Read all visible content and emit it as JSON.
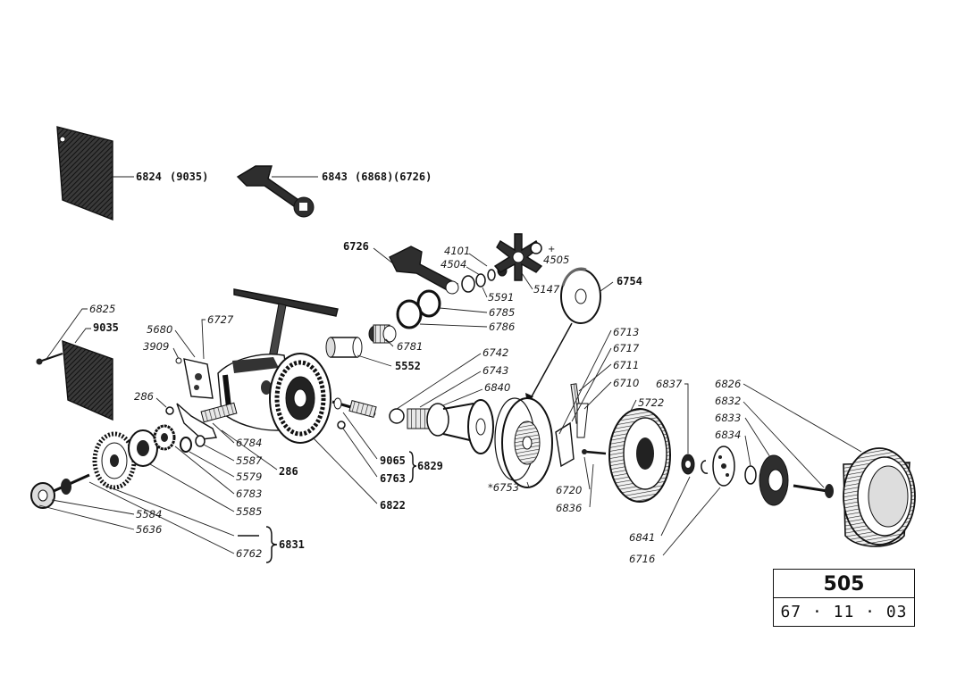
{
  "title_block": {
    "model_number": "505",
    "date_code": "67 · 11 · 03"
  },
  "labels": {
    "p6824": "6824",
    "p6824_alt": "(9035)",
    "p6843": "6843",
    "p6843_alt1": "(6868)",
    "p6843_alt2": "(6726)",
    "p6726": "6726",
    "p4101": "4101",
    "p4504": "4504",
    "p4505": "4505",
    "p5147": "5147",
    "p5591": "5591",
    "p6785": "6785",
    "p6786": "6786",
    "p6754": "6754",
    "p6781": "6781",
    "p5552": "5552",
    "p6825": "6825",
    "p9035": "9035",
    "p6727": "6727",
    "p5680": "5680",
    "p3909": "3909",
    "p286a": "286",
    "p286b": "286",
    "p6784": "6784",
    "p5587": "5587",
    "p5579": "5579",
    "p6783": "6783",
    "p5585": "5585",
    "p5584": "5584",
    "p5636": "5636",
    "p6831": "6831",
    "p6762": "6762",
    "p6742": "6742",
    "p6743": "6743",
    "p6840": "6840",
    "p9065": "9065",
    "p6763": "6763",
    "p6829": "6829",
    "p6822": "6822",
    "p6753": "*6753",
    "p6713": "6713",
    "p6717": "6717",
    "p6711": "6711",
    "p6710": "6710",
    "p6837": "6837",
    "p5722": "5722",
    "p6720": "6720",
    "p6836": "6836",
    "p6826": "6826",
    "p6832": "6832",
    "p6833": "6833",
    "p6834": "6834",
    "p6841": "6841",
    "p6716": "6716"
  }
}
